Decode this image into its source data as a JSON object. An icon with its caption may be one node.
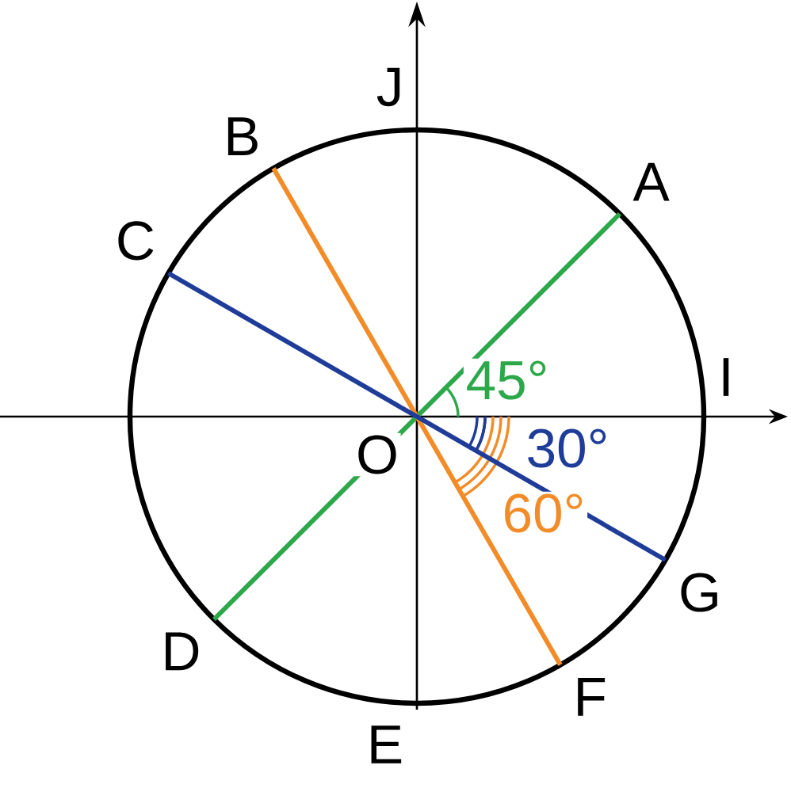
{
  "diagram": {
    "nodes": [
      {
        "text": [
          "B"
        ]
      },
      {
        "text": [
          "A"
        ]
      },
      {
        "text": [
          "C"
        ]
      },
      {
        "text": [
          "G"
        ]
      },
      {
        "text": [
          "D"
        ]
      },
      {
        "text": [
          "F"
        ]
      }
    ],
    "edges": [
      {
        "from": 1,
        "to": 4,
        "arrow": "none",
        "color": "#2ca84a"
      },
      {
        "from": 0,
        "to": 5,
        "arrow": "none",
        "color": "#f28c28"
      },
      {
        "from": 2,
        "to": 3,
        "arrow": "none",
        "color": "#1f3c99"
      }
    ],
    "labels": [
      "J",
      "I",
      "O",
      "E",
      "45°",
      "30°",
      "60°"
    ]
  }
}
